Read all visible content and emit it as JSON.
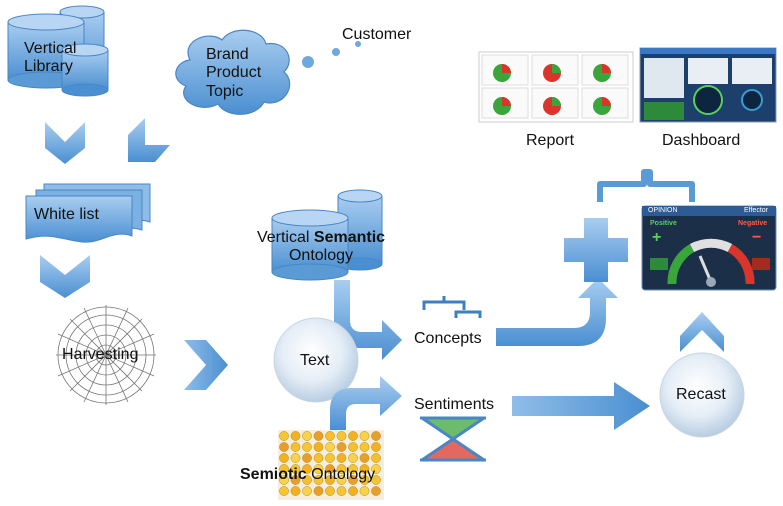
{
  "nodes": {
    "vertical_library": {
      "line1": "Vertical",
      "line2": "Library"
    },
    "brand_topic": {
      "line1": "Brand",
      "line2": "Product",
      "line3": "Topic"
    },
    "customer": "Customer",
    "white_list": "White list",
    "harvesting": "Harvesting",
    "vertical_semantic_ontology": {
      "pre": "Vertical ",
      "bold": "Semantic",
      "line2": "Ontology"
    },
    "text": "Text",
    "concepts": "Concepts",
    "sentiments": "Sentiments",
    "semiotic_ontology": {
      "bold": "Semiotic",
      "rest": " Ontology"
    },
    "recast": "Recast",
    "report": "Report",
    "dashboard": "Dashboard",
    "opinion_widget": {
      "title": "OPINION",
      "brand": "Effector",
      "positive": "Positive",
      "negative": "Negative"
    }
  },
  "colors": {
    "accent_blue": "#5b9bd5",
    "positive": "#3aa53a",
    "negative": "#d9352b"
  }
}
